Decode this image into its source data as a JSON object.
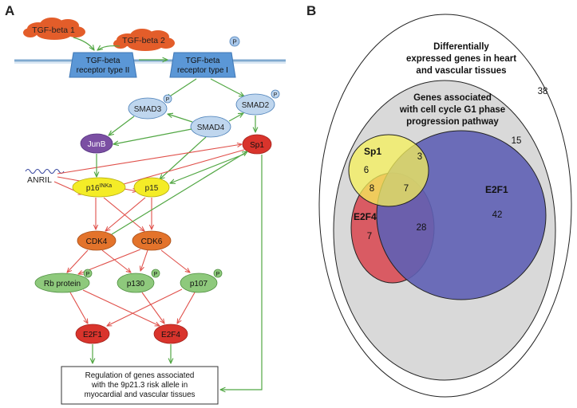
{
  "panels": {
    "a": "A",
    "b": "B"
  },
  "colors": {
    "cloud": "#e35d2a",
    "receptor": "#5b97d6",
    "membrane": "#7fa9cf",
    "phospho": "#a9c8eb",
    "smad": "#bfd6ee",
    "junb": "#7b4fa3",
    "red_node": "#d9342c",
    "yellow_node": "#f4ec27",
    "cdk": "#e3732b",
    "green_node": "#8ec97c",
    "green_arrow": "#52a744",
    "red_arrow": "#e0504a",
    "venn_outer": "#ffffff",
    "venn_g1": "#d9d9d9",
    "venn_sp1": "#f6f05a",
    "venn_e2f1": "#5e5fb4",
    "venn_e2f4": "#d95b63"
  },
  "pathway": {
    "tgf_beta_1": "TGF-beta 1",
    "tgf_beta_2": "TGF-beta 2",
    "receptor_2": [
      "TGF-beta",
      "receptor type II"
    ],
    "receptor_1": [
      "TGF-beta",
      "receptor type I"
    ],
    "phospho": "P",
    "smad3": "SMAD3",
    "smad2": "SMAD2",
    "smad4": "SMAD4",
    "junb": "JunB",
    "anril": "ANRIL",
    "sp1": "Sp1",
    "p16": "p16",
    "p16_sup": "INKa",
    "p15": "p15",
    "cdk4": "CDK4",
    "cdk6": "CDK6",
    "rb": "Rb protein",
    "p130": "p130",
    "p107": "p107",
    "e2f1": "E2F1",
    "e2f4": "E2F4",
    "result": [
      "Regulation of genes associated",
      "with the 9p21.3 risk allele in",
      "myocardial and vascular tissues"
    ]
  },
  "venn": {
    "outer_title": [
      "Differentially",
      "expressed genes in heart",
      "and vascular tissues"
    ],
    "g1_title": [
      "Genes associated",
      "with cell cycle G1 phase",
      "progression pathway"
    ],
    "sp1": "Sp1",
    "e2f1": "E2F1",
    "e2f4": "E2F4",
    "counts": {
      "outer_only": 38,
      "g1_only": 15,
      "sp1_only": 6,
      "sp1_e2f1": 3,
      "sp1_e2f4": 8,
      "all_three": 7,
      "e2f1_e2f4": 28,
      "e2f1_only": 42,
      "e2f4_only": 7
    }
  }
}
